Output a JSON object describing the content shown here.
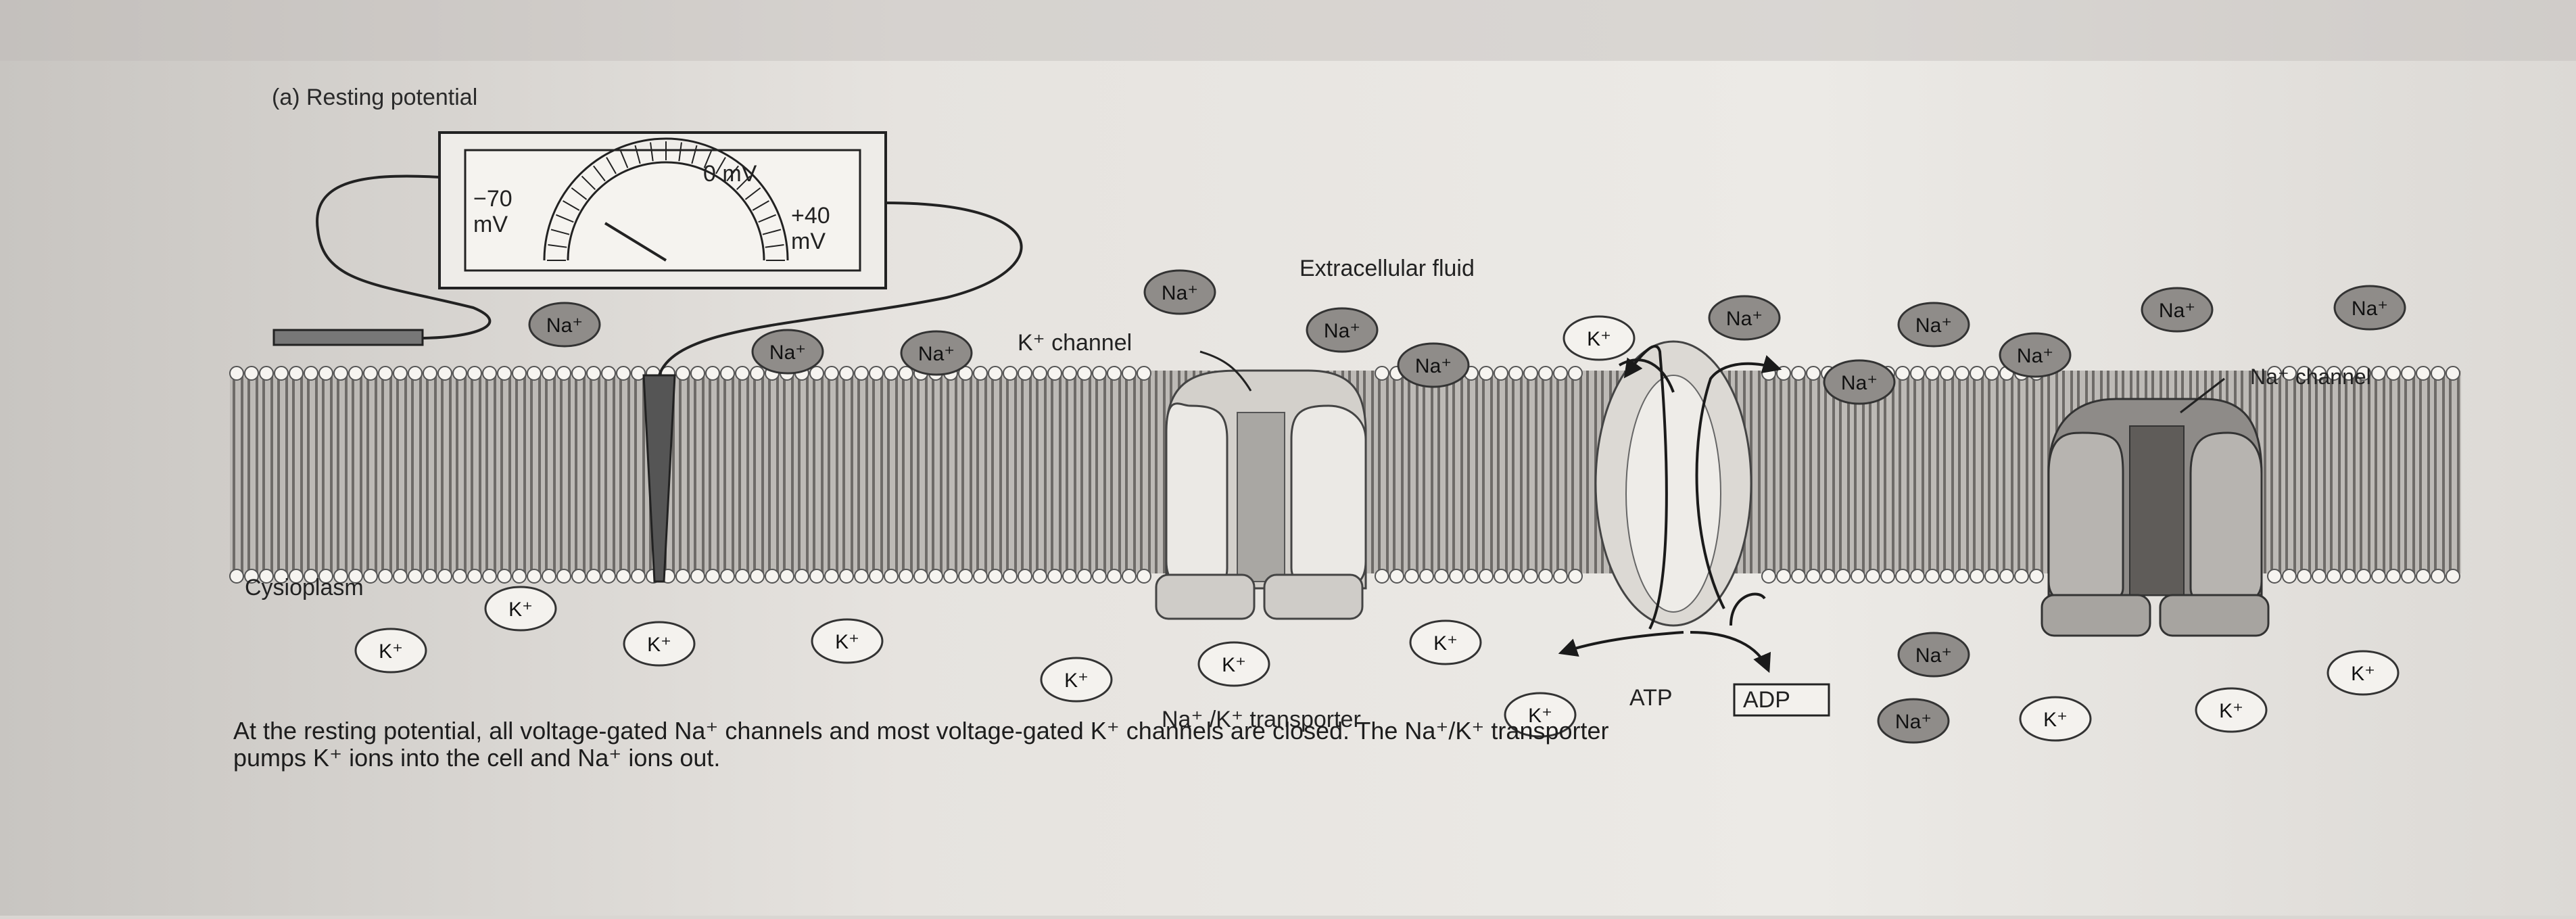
{
  "title": "(a) Resting potential",
  "meter": {
    "left": "−70\nmV",
    "top": "0 mV",
    "right": "+40\nmV",
    "reading_mv": -70
  },
  "labels": {
    "extracellular": "Extracellular fluid",
    "cytoplasm": "Cysioplasm",
    "k_channel": "K⁺ channel",
    "na_channel": "Na⁺ channel",
    "transporter": "Na⁺ /K⁺ transporter",
    "atp": "ATP",
    "adp": "ADP"
  },
  "ions": {
    "na": "Na⁺",
    "k": "K⁺"
  },
  "caption": {
    "line1": "At the resting potential, all voltage-gated Na⁺ channels and most voltage-gated K⁺ channels are closed. The Na⁺/K⁺ transporter",
    "line2": "pumps K⁺ ions into the cell and Na⁺ ions out."
  }
}
